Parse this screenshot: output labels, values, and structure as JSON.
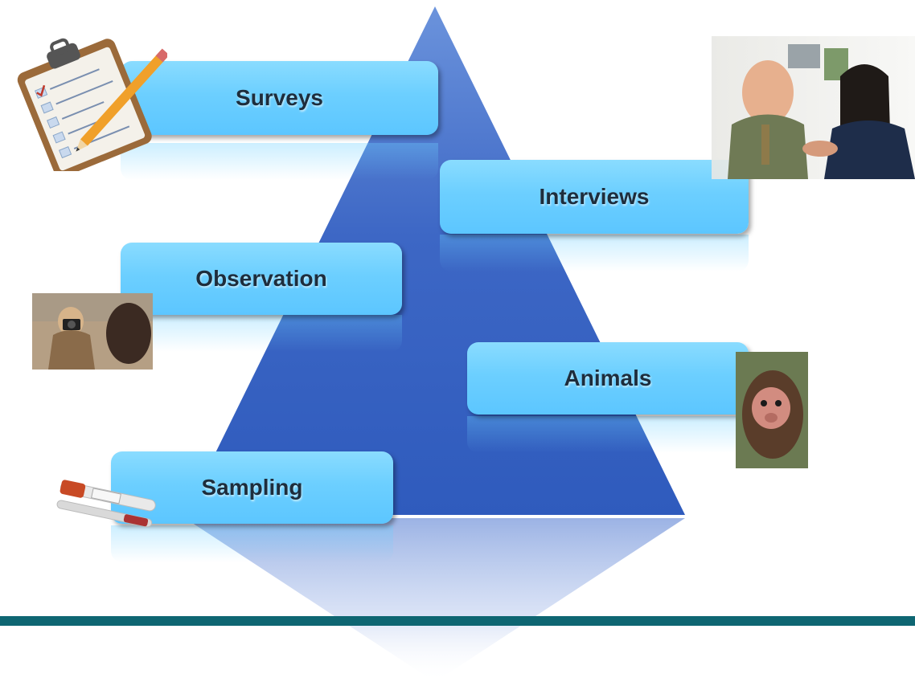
{
  "labels": {
    "surveys": "Surveys",
    "interviews": "Interviews",
    "observation": "Observation",
    "animals": "Animals",
    "sampling": "Sampling"
  },
  "colors": {
    "pyramid_top": "#5b86d6",
    "pyramid_bottom": "#2f5bbd",
    "box_fill": "#6ccfff",
    "label_text": "#1e2d3c",
    "footer_bar": "#0e6672"
  },
  "icons": {
    "surveys": "clipboard-checklist-icon",
    "interviews": "handshake-photo",
    "observation": "photographer-photo",
    "animals": "monkey-photo",
    "sampling": "test-tube-photo"
  }
}
